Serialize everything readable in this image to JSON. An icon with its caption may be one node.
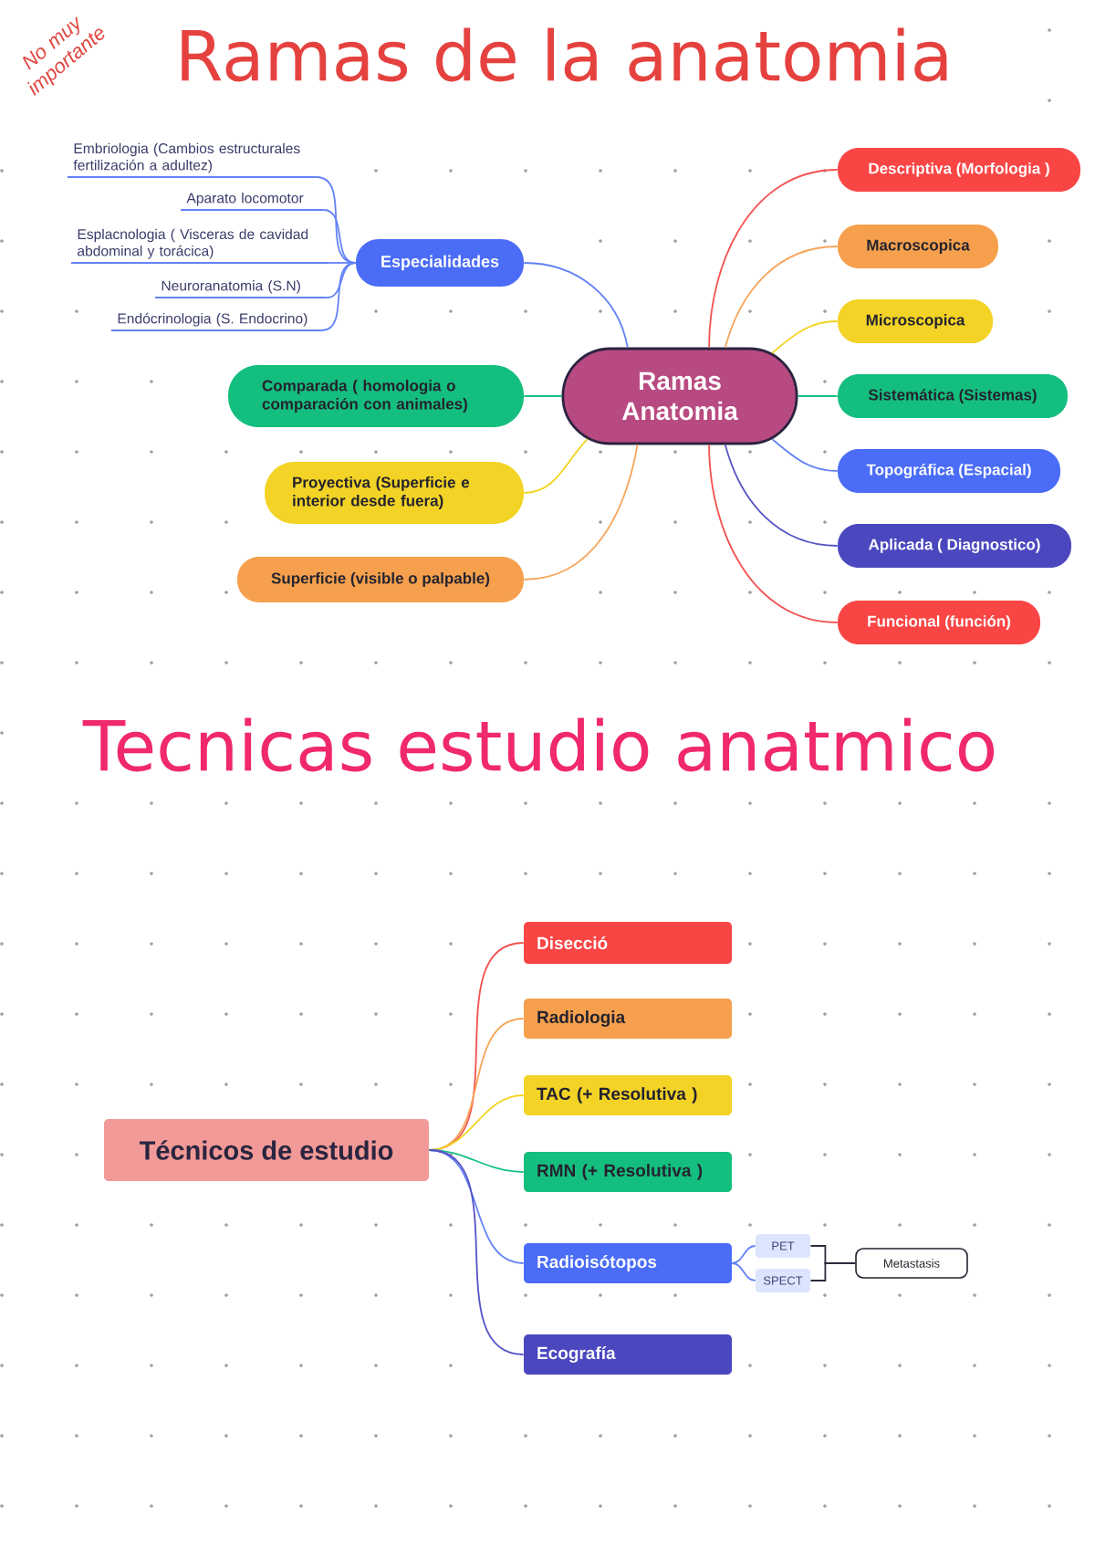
{
  "diagram": {
    "title": "Ramas de la anatomia",
    "nodes": [
      {
        "text": [
          "Ramas Anatomia"
        ]
      },
      {
        "text": [
          "Especialidades"
        ]
      },
      {
        "text": [
          "Embriologia (Cambios estructurales fertilización a adultez)"
        ]
      },
      {
        "text": [
          "Aparato locomotor"
        ]
      },
      {
        "text": [
          "Esplacnologia ( Visceras de cavidad abdominal y torácica)"
        ]
      },
      {
        "text": [
          "Neuroranatomia (S.N)"
        ]
      },
      {
        "text": [
          "Endócrinologia (S. Endocrino)"
        ]
      },
      {
        "text": [
          "Comparada ( homologia o comparación con animales)"
        ]
      },
      {
        "text": [
          "Proyectiva (Superficie e interior desde fuera)"
        ]
      },
      {
        "text": [
          "Superficie (visible o palpable)"
        ]
      },
      {
        "text": [
          "Descriptiva (Morfologia )"
        ]
      },
      {
        "text": [
          "Macroscopica"
        ]
      },
      {
        "text": [
          "Microscopica"
        ]
      },
      {
        "text": [
          "Sistemática (Sistemas)"
        ]
      },
      {
        "text": [
          "Topográfica (Espacial)"
        ]
      },
      {
        "text": [
          "Aplicada ( Diagnostico)"
        ]
      },
      {
        "text": [
          "Funcional (función)"
        ]
      },
      {
        "text": [
          "Técnicos de estudio"
        ]
      },
      {
        "text": [
          "Disecció"
        ]
      },
      {
        "text": [
          "Radiologia"
        ]
      },
      {
        "text": [
          "TAC (+ Resolutiva )"
        ]
      },
      {
        "text": [
          "RMN (+ Resolutiva )"
        ]
      },
      {
        "text": [
          "Radioisótopos"
        ]
      },
      {
        "text": [
          "Ecografía"
        ]
      },
      {
        "text": [
          "PET"
        ]
      },
      {
        "text": [
          "SPECT"
        ]
      },
      {
        "text": [
          "Metastasis"
        ]
      }
    ],
    "edges": [
      {
        "from": 0,
        "to": 1,
        "arrow": "none"
      },
      {
        "from": 1,
        "to": 2,
        "arrow": "none"
      },
      {
        "from": 1,
        "to": 3,
        "arrow": "none"
      },
      {
        "from": 1,
        "to": 4,
        "arrow": "none"
      },
      {
        "from": 1,
        "to": 5,
        "arrow": "none"
      },
      {
        "from": 1,
        "to": 6,
        "arrow": "none"
      },
      {
        "from": 0,
        "to": 7,
        "arrow": "none",
        "color": "#19c07f"
      },
      {
        "from": 0,
        "to": 8,
        "arrow": "none",
        "color": "#f2d422"
      },
      {
        "from": 0,
        "to": 9,
        "arrow": "none",
        "color": "#f6a65a"
      },
      {
        "from": 0,
        "to": 10,
        "arrow": "none",
        "color": "#f45050"
      },
      {
        "from": 0,
        "to": 11,
        "arrow": "none",
        "color": "#f6a65a"
      },
      {
        "from": 0,
        "to": 12,
        "arrow": "none",
        "color": "#f2d422"
      },
      {
        "from": 0,
        "to": 13,
        "arrow": "none",
        "color": "#19c07f"
      },
      {
        "from": 0,
        "to": 14,
        "arrow": "none"
      },
      {
        "from": 0,
        "to": 15,
        "arrow": "none",
        "color": "#5553c4"
      },
      {
        "from": 0,
        "to": 16,
        "arrow": "none",
        "color": "#f45050"
      },
      {
        "from": 17,
        "to": 18,
        "arrow": "none",
        "color": "#f45050"
      },
      {
        "from": 17,
        "to": 19,
        "arrow": "none",
        "color": "#f6a65a"
      },
      {
        "from": 17,
        "to": 20,
        "arrow": "none",
        "color": "#f2d422"
      },
      {
        "from": 17,
        "to": 21,
        "arrow": "none",
        "color": "#19c07f"
      },
      {
        "from": 17,
        "to": 22,
        "arrow": "none"
      },
      {
        "from": 17,
        "to": 23,
        "arrow": "none",
        "color": "#5553c4"
      },
      {
        "from": 22,
        "to": 24,
        "arrow": "none"
      },
      {
        "from": 22,
        "to": 25,
        "arrow": "none"
      },
      {
        "from": 24,
        "to": 26,
        "arrow": "none",
        "color": "#2b2b3b"
      },
      {
        "from": 25,
        "to": 26,
        "arrow": "none",
        "color": "#2b2b3b"
      }
    ],
    "labels": [
      "No muy importante",
      "Tecnicas estudio anatmico"
    ]
  }
}
